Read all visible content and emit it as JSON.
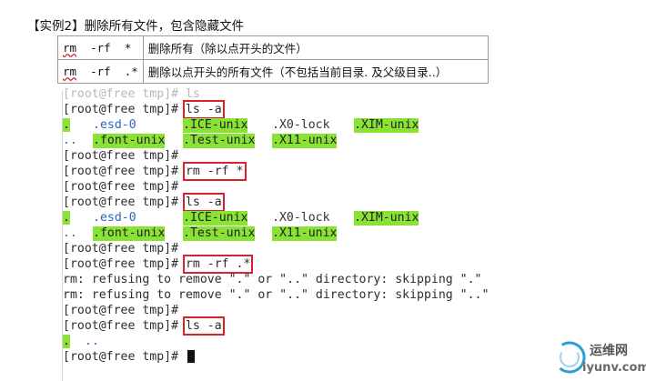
{
  "heading": "【实例2】删除所有文件，包含隐藏文件",
  "commands": [
    {
      "cmd_a": "rm",
      "cmd_b": "  -rf  *",
      "desc": "删除所有（除以点开头的文件）"
    },
    {
      "cmd_a": "rm",
      "cmd_b": "  -rf  .*",
      "desc": "删除以点开头的所有文件（不包括当前目录. 及父级目录..）"
    }
  ],
  "terminal": {
    "partial_top": "[root@free tmp]# ls",
    "prompt": "[root@free tmp]# ",
    "cmd_ls": "ls -a",
    "cmd_rm_all": "rm -rf *",
    "cmd_rm_dot": "rm -rf .*",
    "listing": {
      "dot": ".",
      "dotdot": "..",
      "esd": ".esd-0",
      "ice": ".ICE-unix",
      "x0lock": ".X0-lock",
      "xim": ".XIM-unix",
      "font": ".font-unix",
      "test": ".Test-unix",
      "x11": ".X11-unix"
    },
    "err1": "rm: refusing to remove \".\" or \"..\" directory: skipping \".\"",
    "err2": "rm: refusing to remove \".\" or \"..\" directory: skipping \"..\""
  },
  "logo": {
    "name": "运维网",
    "url": "iyunv.com",
    "colors": {
      "ring": "#2a9fd6",
      "text": "#555555"
    }
  },
  "colors": {
    "highlight_green": "#8ae234",
    "dir_blue": "#2966c7",
    "box_red": "#d9232c"
  }
}
